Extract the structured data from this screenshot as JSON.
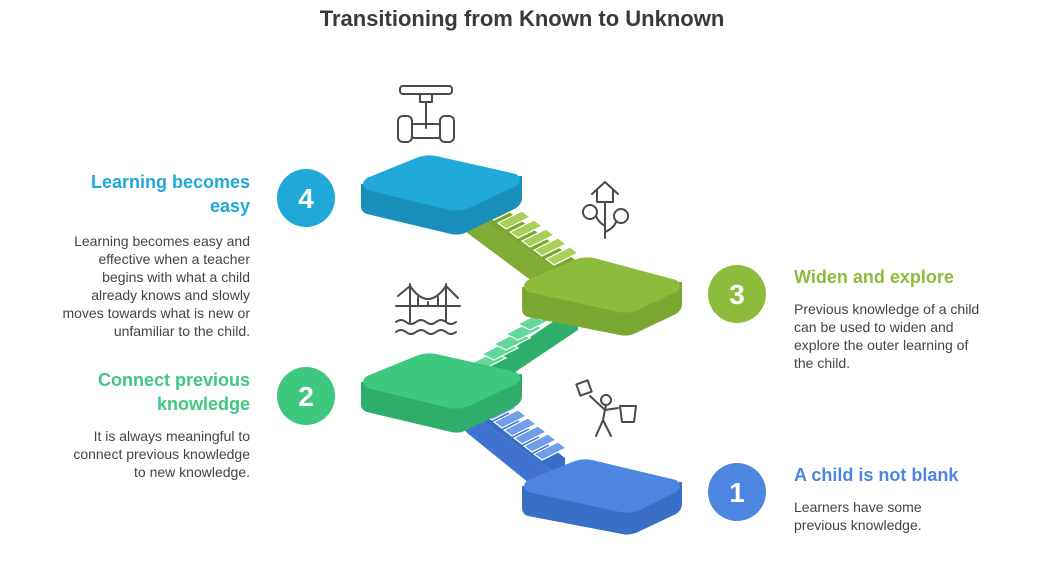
{
  "title": "Transitioning from Known to Unknown",
  "colors": {
    "step1": "#4d86e0",
    "step2": "#3ec77f",
    "step3": "#8dbb3c",
    "step4": "#1fa8d8"
  },
  "steps": [
    {
      "number": "1",
      "heading": "A child is not blank",
      "description": "Learners have some previous knowledge.",
      "icon": "juggler-icon"
    },
    {
      "number": "2",
      "heading": "Connect previous knowledge",
      "description": "It is always meaningful to connect previous knowledge to new knowledge.",
      "icon": "bridge-icon"
    },
    {
      "number": "3",
      "heading": "Widen and explore",
      "description": "Previous knowledge of a child can be used to widen and explore the outer learning of the child.",
      "icon": "growth-house-icon"
    },
    {
      "number": "4",
      "heading": "Learning becomes easy",
      "description": "Learning becomes easy and effective when a teacher begins with what a child already knows and slowly moves towards what is new or unfamiliar to the child.",
      "icon": "segway-icon"
    }
  ]
}
